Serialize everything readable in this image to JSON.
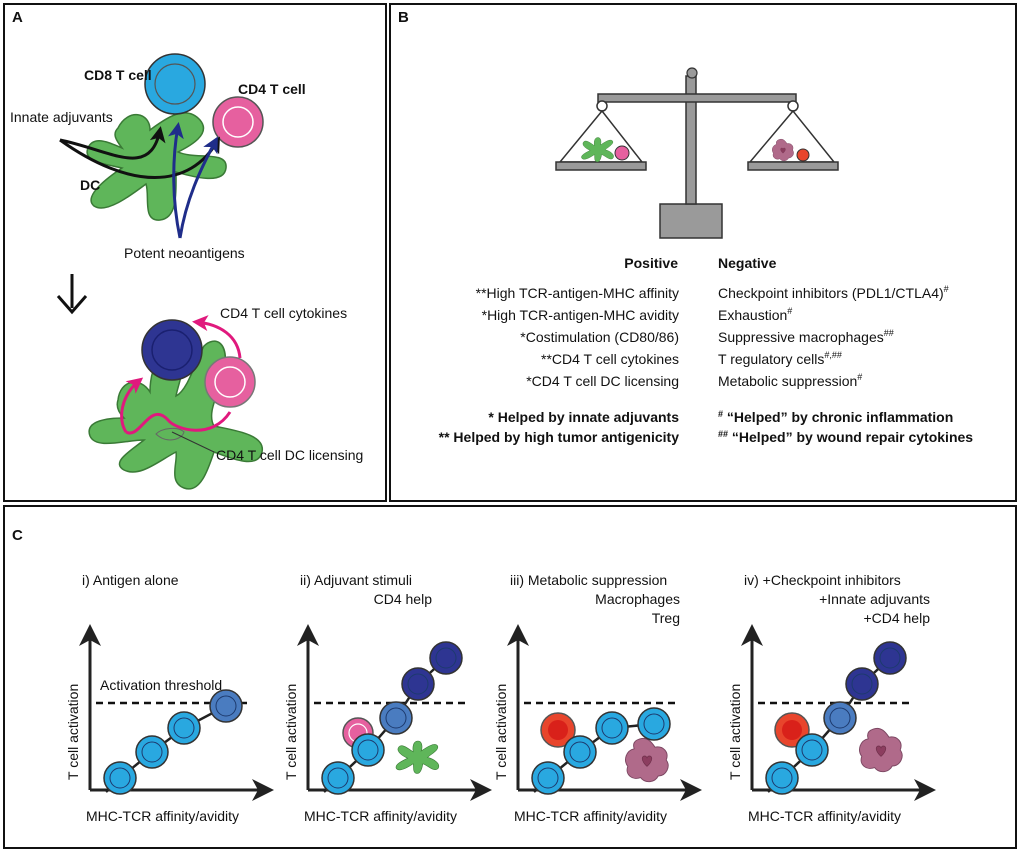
{
  "panel_a": {
    "letter": "A",
    "cd8_label": "CD8 T cell",
    "cd4_label": "CD4 T cell",
    "innate_label": "Innate adjuvants",
    "dc_label": "DC",
    "neoantigen_label": "Potent neoantigens",
    "cytokines_label": "CD4 T cell cytokines",
    "licensing_label": "CD4 T cell DC licensing"
  },
  "panel_b": {
    "letter": "B",
    "positive_header": "Positive",
    "negative_header": "Negative",
    "positive_items": [
      "**High TCR-antigen-MHC affinity",
      "*High TCR-antigen-MHC avidity",
      "*Costimulation (CD80/86)",
      "**CD4 T cell cytokines",
      "*CD4 T cell DC licensing"
    ],
    "negative_items": [
      {
        "text": "Checkpoint inhibitors (PDL1/CTLA4)",
        "sup": "#"
      },
      {
        "text": "Exhaustion",
        "sup": "#"
      },
      {
        "text": "Suppressive macrophages",
        "sup": "##"
      },
      {
        "text": "T regulatory cells",
        "sup": "#,##"
      },
      {
        "text": "Metabolic suppression",
        "sup": "#"
      }
    ],
    "positive_notes": [
      "* Helped by innate adjuvants",
      "** Helped by high tumor antigenicity"
    ],
    "negative_notes": [
      {
        "sup": "#",
        "text": " “Helped” by chronic inflammation"
      },
      {
        "sup": "##",
        "text": " “Helped” by wound repair cytokines"
      }
    ]
  },
  "panel_c": {
    "letter": "C",
    "xlabel": "MHC-TCR affinity/avidity",
    "ylabel": "T cell activation",
    "threshold_label": "Activation threshold",
    "subplots": [
      {
        "title_lines": [
          "i) Antigen alone"
        ]
      },
      {
        "title_lines": [
          "ii) Adjuvant stimuli",
          "CD4 help"
        ]
      },
      {
        "title_lines": [
          "iii) Metabolic suppression",
          "Macrophages",
          "Treg"
        ]
      },
      {
        "title_lines": [
          "iv) +Checkpoint inhibitors",
          "+Innate adjuvants",
          "+CD4 help"
        ]
      }
    ]
  },
  "colors": {
    "cd8_light": "#29a8e0",
    "cd8_mid": "#4a7cc0",
    "cd8_dark": "#2e3592",
    "cd4_pink": "#e6609f",
    "dc_green": "#5fb65a",
    "macrophage": "#b06a8a",
    "treg_red": "#e8452c",
    "magenta": "#e0197d",
    "navy_arrow": "#1f2d8a"
  }
}
